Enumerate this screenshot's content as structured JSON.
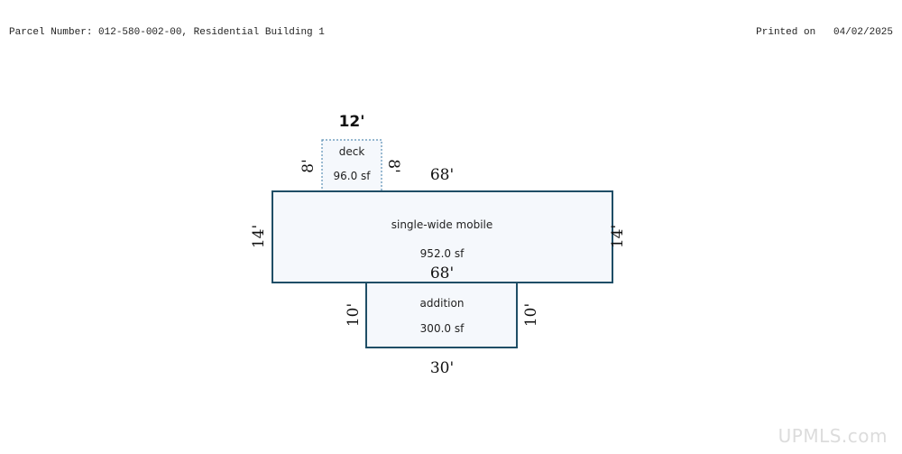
{
  "header": {
    "parcel": "Parcel Number: 012-580-002-00, Residential Building 1",
    "printed_label": "Printed on",
    "printed_date": "04/02/2025"
  },
  "sketch": {
    "deck": {
      "name": "deck",
      "area": "96.0 sf",
      "top": "12'",
      "left": "8'",
      "right": "8'"
    },
    "mobile": {
      "name": "single-wide mobile",
      "area": "952.0 sf",
      "top": "68'",
      "bottom": "68'",
      "left": "14'",
      "right": "14'"
    },
    "addition": {
      "name": "addition",
      "area": "300.0 sf",
      "bottom": "30'",
      "left": "10'",
      "right": "10'"
    }
  },
  "colors": {
    "outline": "#1f4e66",
    "dotted": "#5a8fb5",
    "fill": "#f5f8fc"
  },
  "watermark": "UPMLS.com"
}
